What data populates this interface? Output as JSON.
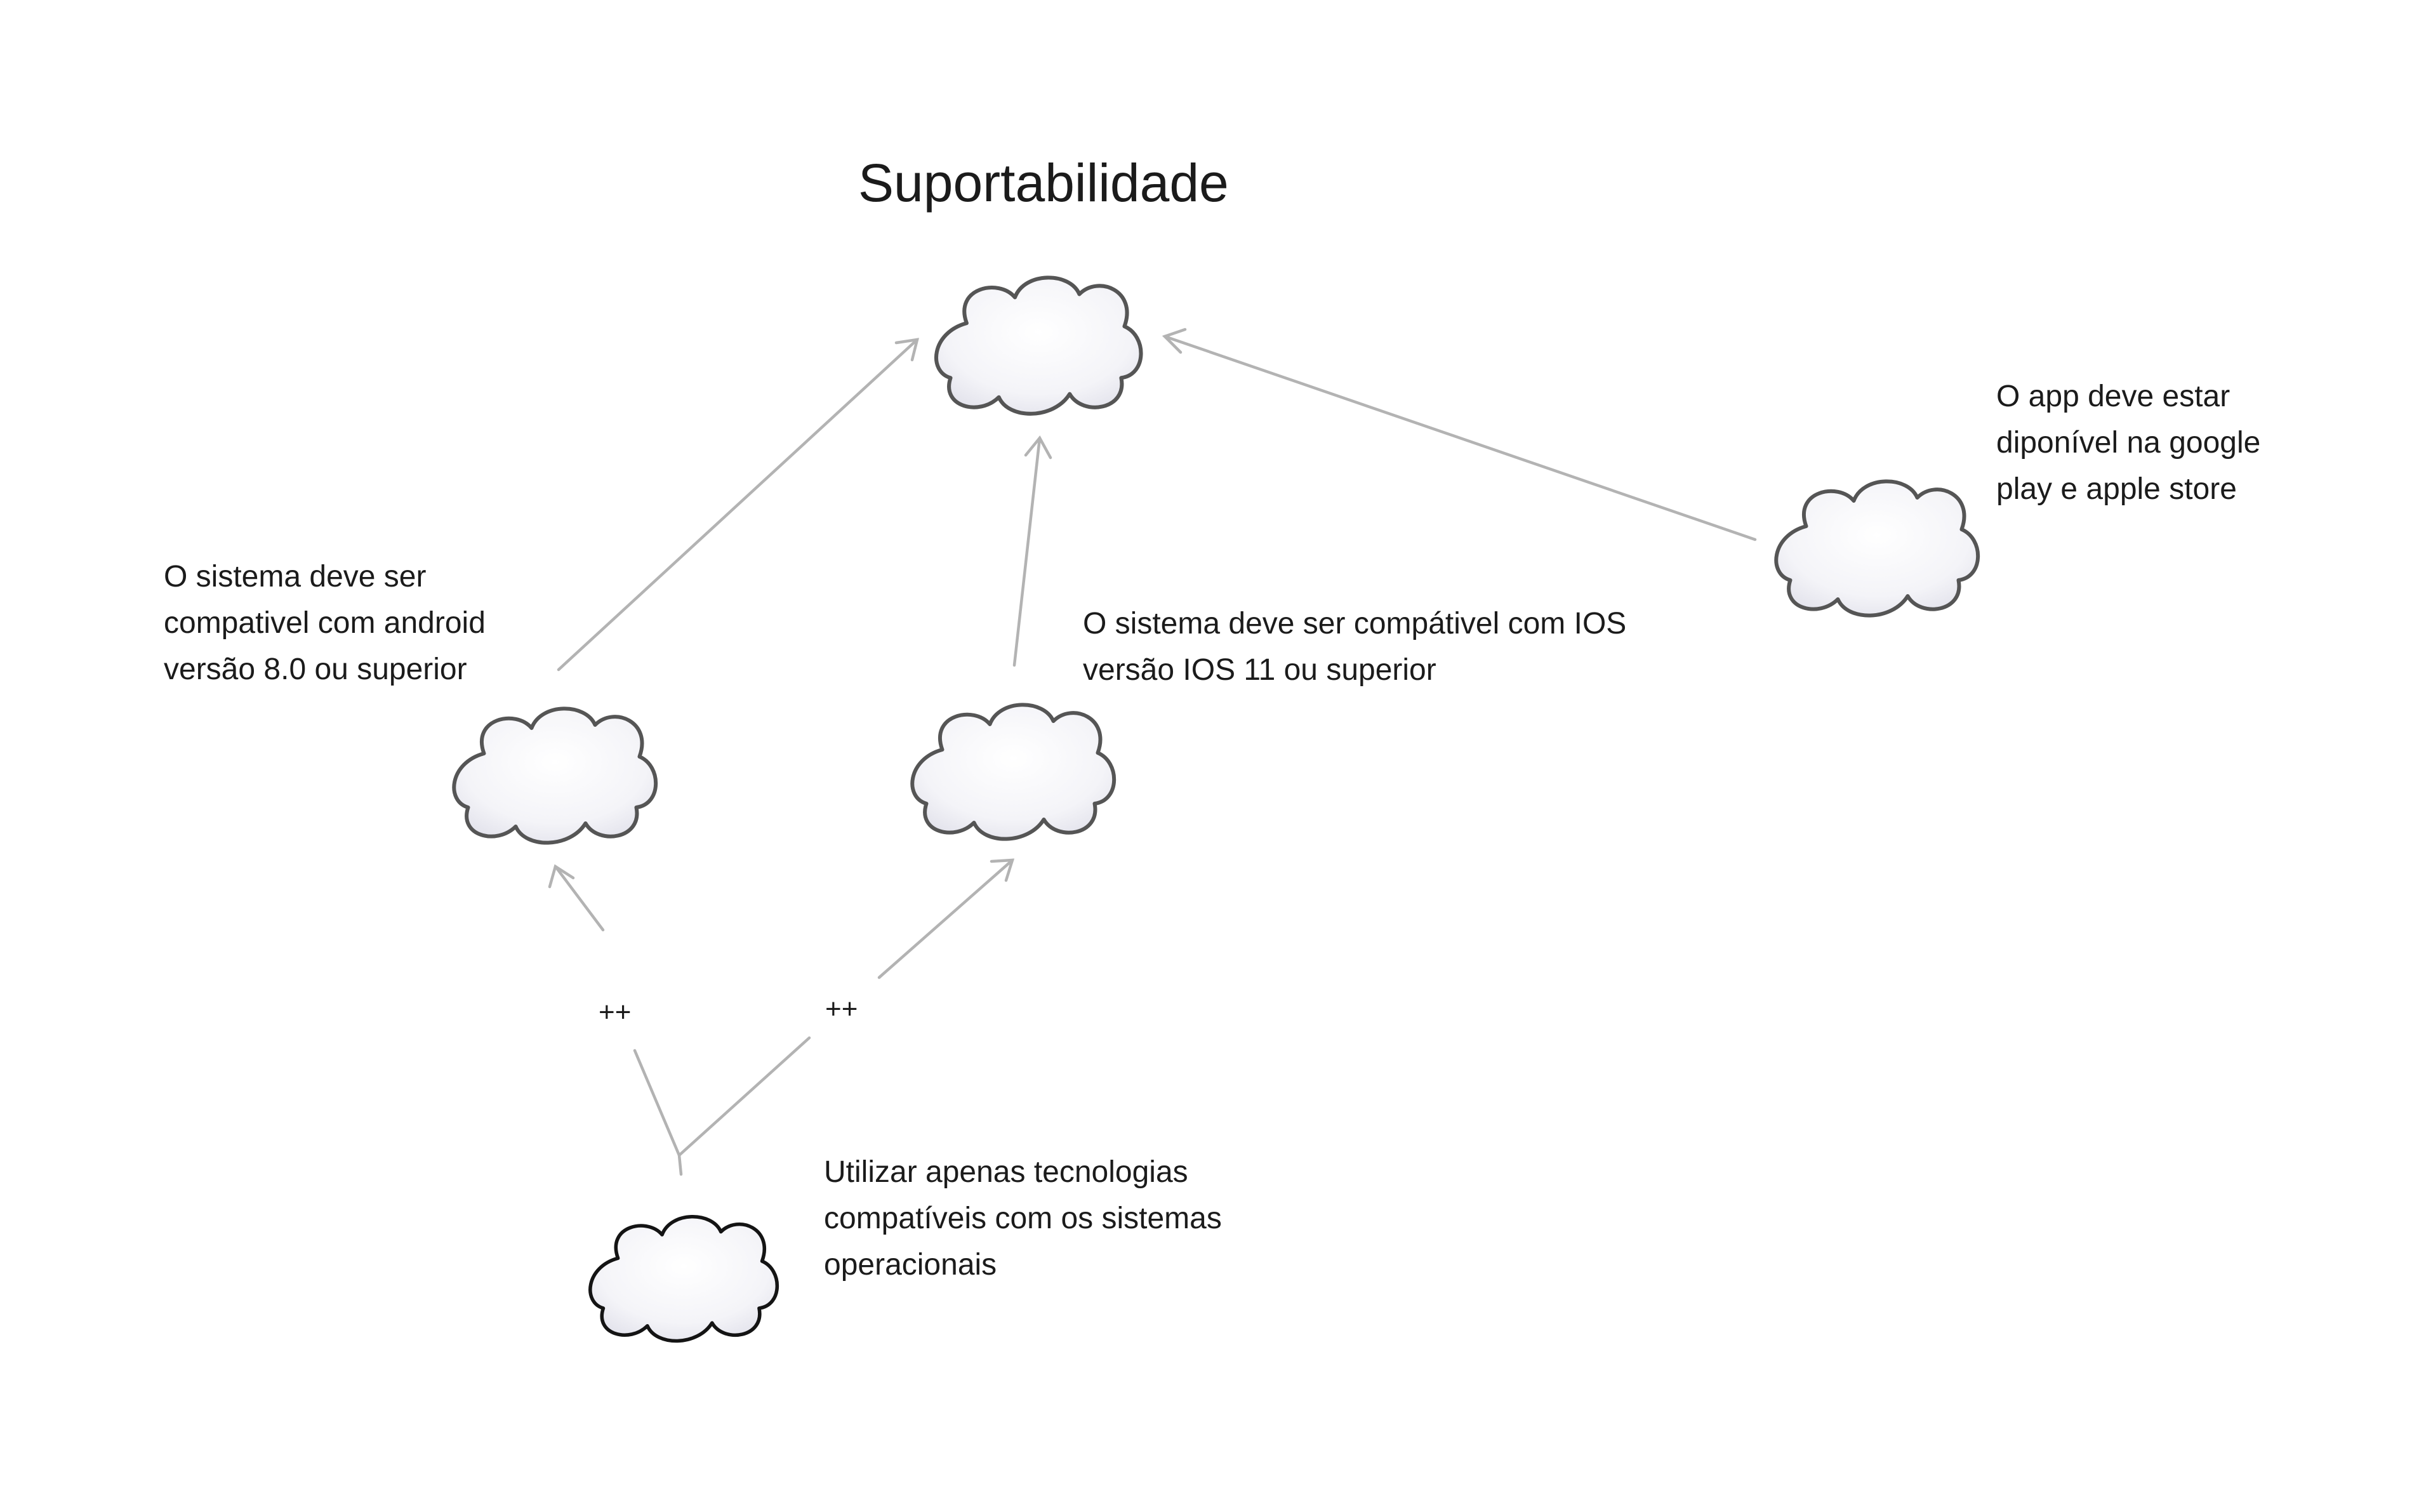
{
  "diagram": {
    "title": "Suportabilidade",
    "softgoals": {
      "root": {
        "label": ""
      },
      "android": {
        "label": "O sistema deve ser\ncompativel com android\nversão 8.0 ou superior"
      },
      "ios": {
        "label": "O sistema deve ser compátivel com  IOS\nversão IOS 11 ou superior"
      },
      "store": {
        "label": "O app deve estar\ndiponível na google\nplay e apple store"
      },
      "tech": {
        "label": "Utilizar apenas tecnologias\ncompatíveis com os sistemas\noperacionais"
      }
    },
    "contributions": {
      "tech_to_android": "++",
      "tech_to_ios": "++"
    }
  }
}
